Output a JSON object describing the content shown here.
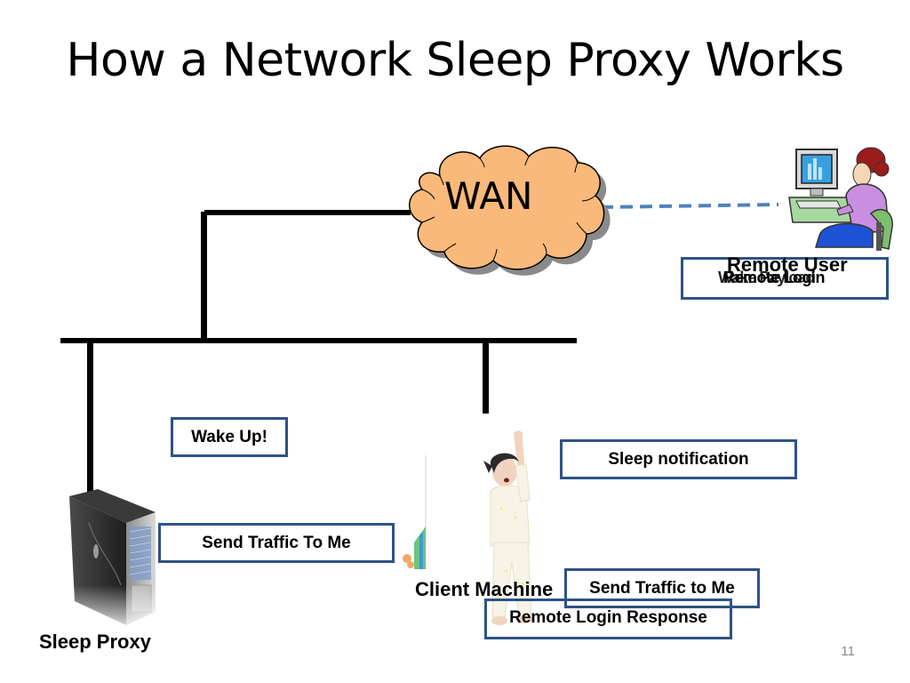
{
  "slide": {
    "title": "How a Network Sleep Proxy Works",
    "page_number": "11"
  },
  "wan": {
    "label": "WAN",
    "fill_color": "#f9b97a"
  },
  "nodes": {
    "remote_user": {
      "label": "Remote User"
    },
    "sleep_proxy": {
      "label": "Sleep Proxy"
    },
    "client_machine": {
      "label": "Client Machine"
    }
  },
  "messages": {
    "remote_box_text_a": "Remote Login",
    "remote_box_text_b": "Wake Payload",
    "wake_up": "Wake Up!",
    "send_traffic_to_me_proxy": "Send Traffic To Me",
    "sleep_notification": "Sleep notification",
    "send_traffic_to_me_client": "Send Traffic to Me",
    "remote_login_response": "Remote Login Response"
  },
  "colors": {
    "box_border": "#2e5386",
    "dashed_link": "#4f81bd"
  }
}
